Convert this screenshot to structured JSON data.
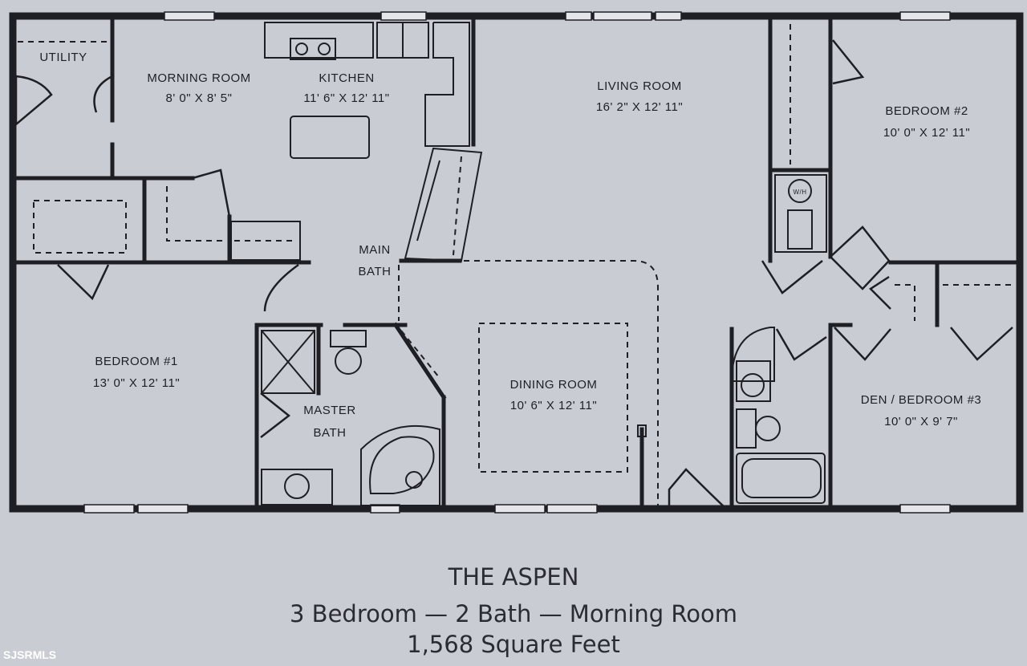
{
  "rooms": {
    "utility": {
      "name": "UTILITY"
    },
    "morning": {
      "name": "MORNING ROOM",
      "dims": "8' 0\" X 8' 5\""
    },
    "kitchen": {
      "name": "KITCHEN",
      "dims": "11' 6\" X 12' 11\""
    },
    "living": {
      "name": "LIVING ROOM",
      "dims": "16' 2\" X 12' 11\""
    },
    "bedroom2": {
      "name": "BEDROOM #2",
      "dims": "10' 0\" X 12' 11\""
    },
    "mainbath": {
      "name1": "MAIN",
      "name2": "BATH"
    },
    "bedroom1": {
      "name": "BEDROOM #1",
      "dims": "13' 0\" X 12' 11\""
    },
    "masterbath": {
      "name1": "MASTER",
      "name2": "BATH"
    },
    "dining": {
      "name": "DINING ROOM",
      "dims": "10' 6\" X 12' 11\""
    },
    "den": {
      "name": "DEN / BEDROOM #3",
      "dims": "10' 0\" X 9' 7\""
    },
    "wh": {
      "name": "W/H"
    }
  },
  "caption": {
    "title": "THE ASPEN",
    "subtitle": "3 Bedroom — 2 Bath — Morning Room",
    "sqft": "1,568 Square Feet"
  },
  "watermark": "SJSRMLS",
  "colors": {
    "paper": "#c9cdd3",
    "ink": "#1e1f24",
    "window": "#e4e6ea"
  }
}
